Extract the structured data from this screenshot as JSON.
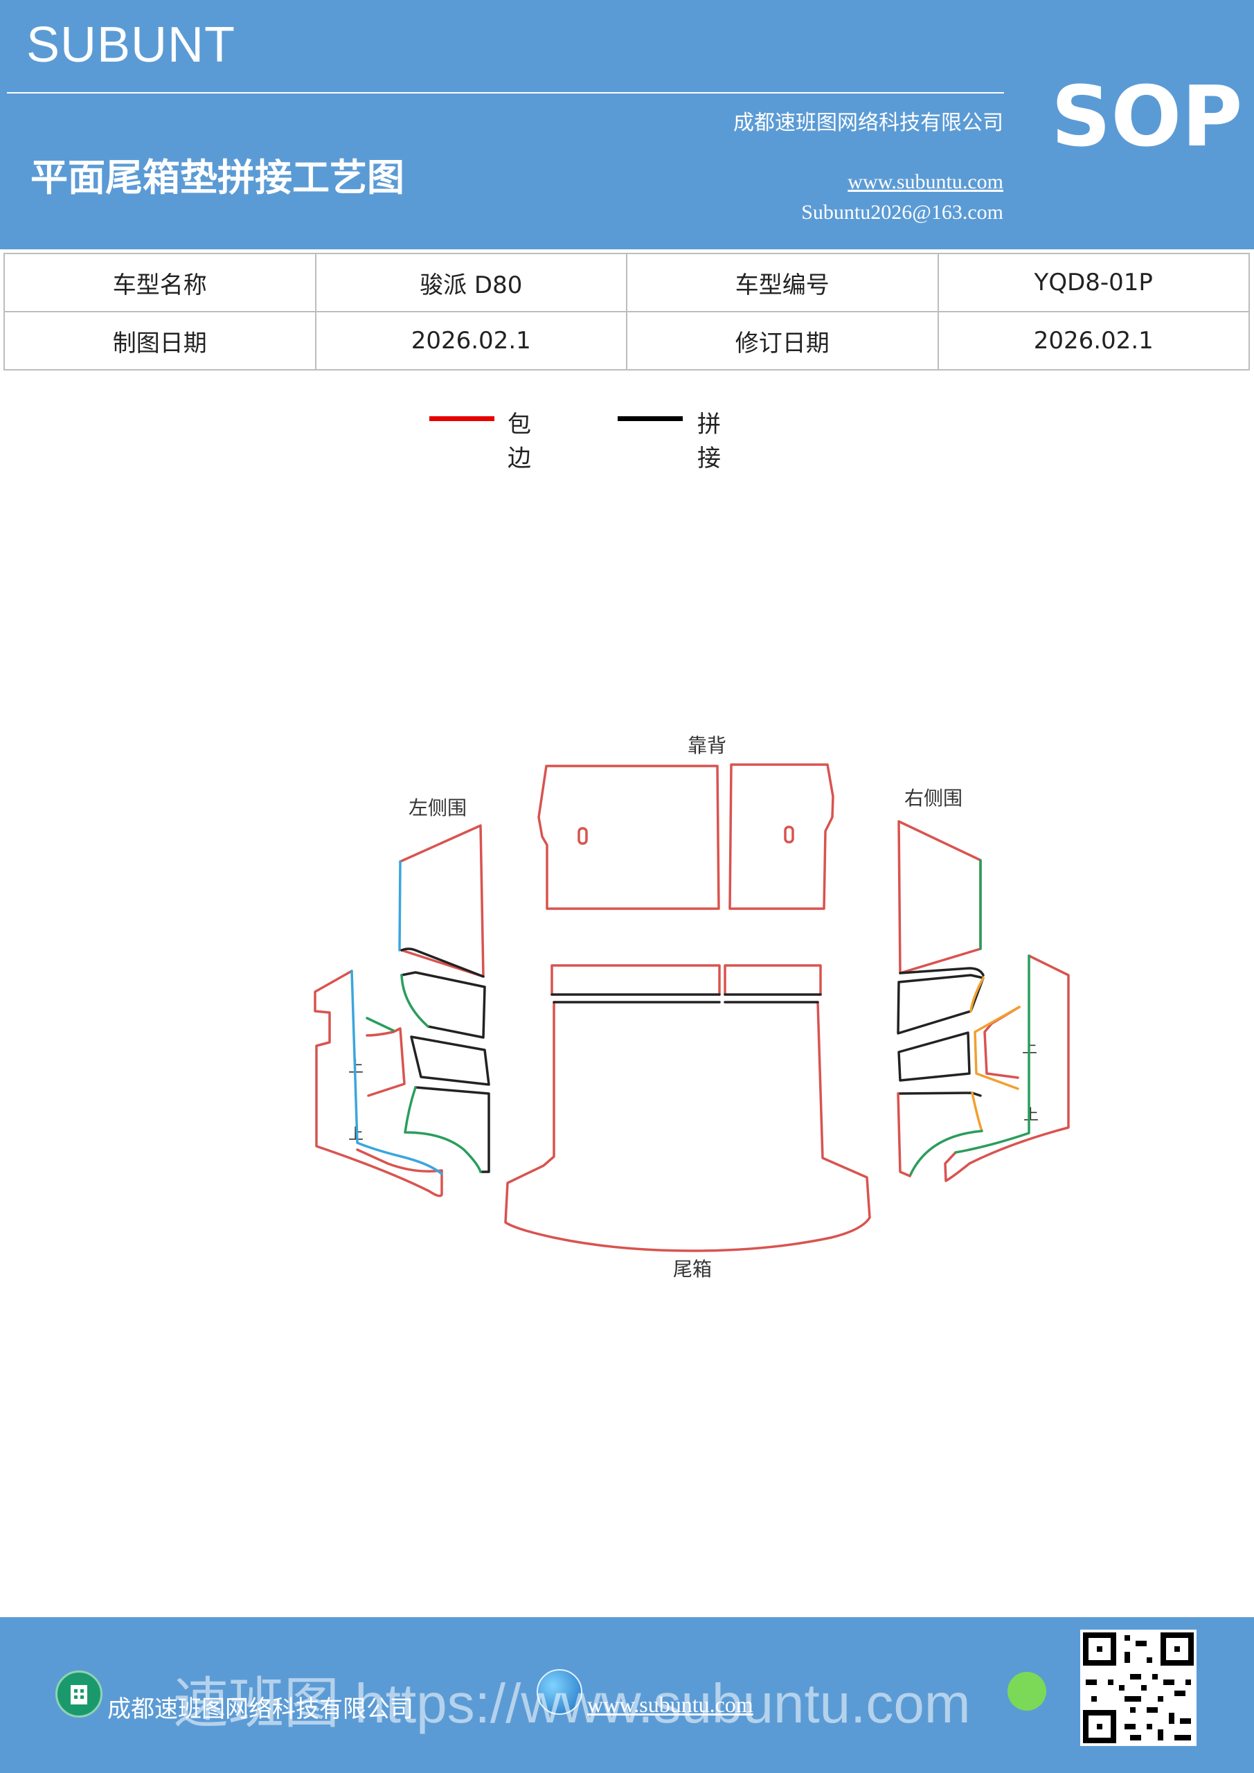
{
  "header": {
    "brand": "SUBUNT",
    "badge": "SOP",
    "title": "平面尾箱垫拼接工艺图",
    "company": "成都速班图网络科技有限公司",
    "website": "www.subuntu.com",
    "email": "Subuntu2026@163.com"
  },
  "info_table": {
    "rows": [
      [
        "车型名称",
        "骏派 D80",
        "车型编号",
        "YQD8-01P"
      ],
      [
        "制图日期",
        "2026.02.1",
        "修订日期",
        "2026.02.1"
      ]
    ]
  },
  "legend": {
    "items": [
      {
        "label": "包边",
        "color": "#e60000"
      },
      {
        "label": "拼接",
        "color": "#000000"
      }
    ]
  },
  "diagram": {
    "labels": {
      "backrest": "靠背",
      "left_side": "左侧围",
      "right_side": "右侧围",
      "trunk": "尾箱",
      "up_marker": "上"
    },
    "colors": {
      "edge": "#d9534f",
      "seam": "#222222",
      "blue": "#3aa6dd",
      "green": "#2a9d5c",
      "orange": "#f0a030"
    }
  },
  "footer": {
    "company": "成都速班图网络科技有限公司",
    "url": "www.subuntu.com",
    "watermark": "速班图 https://www.subuntu.com"
  }
}
